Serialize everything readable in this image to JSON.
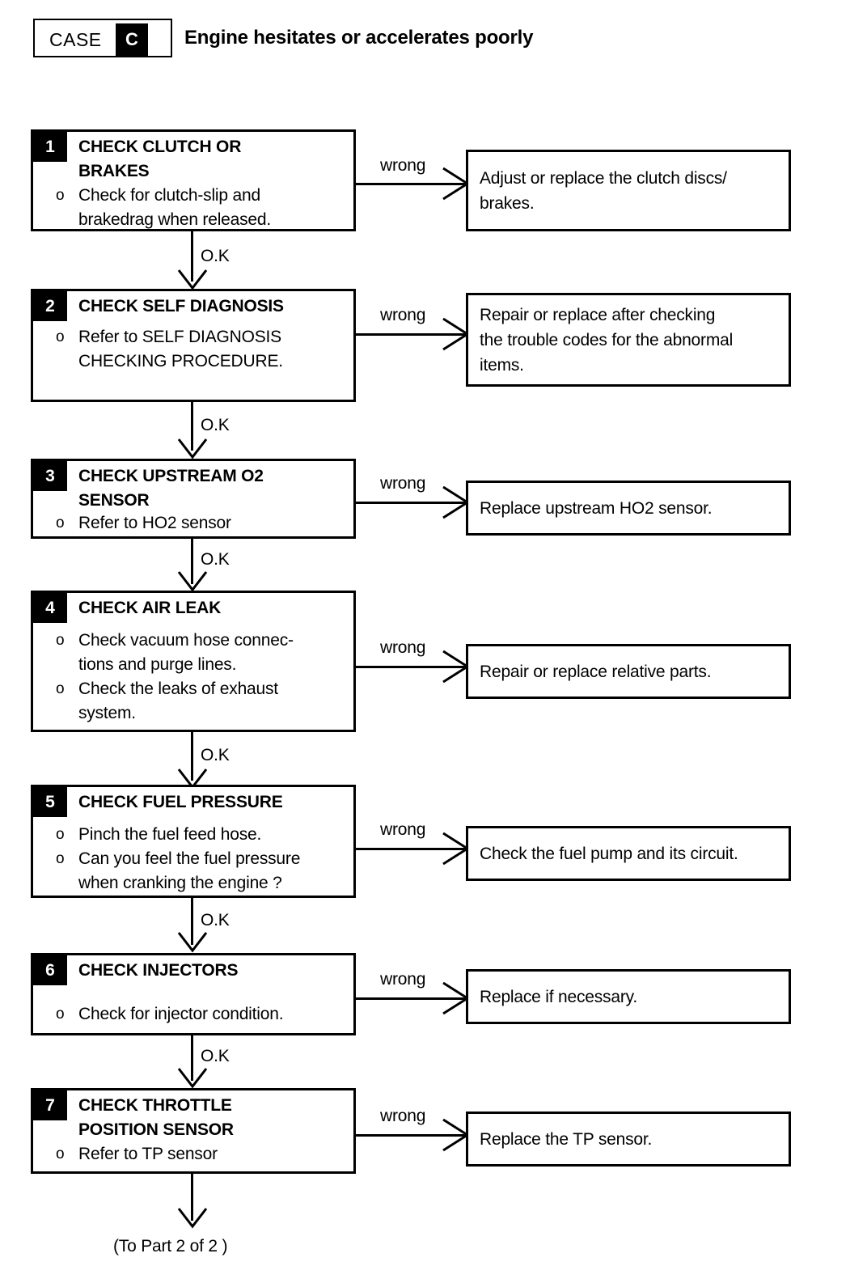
{
  "header": {
    "case_label": "CASE",
    "case_letter": "C",
    "title": "Engine hesitates or accelerates poorly"
  },
  "labels": {
    "ok": "O.K",
    "wrong": "wrong",
    "bullet_marker": "o"
  },
  "footer": {
    "continuation": "(To Part 2 of 2 )"
  },
  "steps": [
    {
      "number": "1",
      "title": "CHECK CLUTCH OR\nBRAKES",
      "bullets": [
        "Check for clutch-slip and\nbrakedrag when released."
      ],
      "branch_label": "wrong",
      "action": "Adjust or replace the clutch discs/\nbrakes.",
      "next_label": "O.K"
    },
    {
      "number": "2",
      "title": "CHECK SELF DIAGNOSIS",
      "bullets": [
        "Refer to SELF DIAGNOSIS\nCHECKING PROCEDURE."
      ],
      "branch_label": "wrong",
      "action": "Repair or replace after checking\nthe trouble codes for the abnormal\nitems.",
      "next_label": "O.K"
    },
    {
      "number": "3",
      "title": "CHECK UPSTREAM O2\nSENSOR",
      "bullets": [
        "Refer to HO2 sensor"
      ],
      "branch_label": "wrong",
      "action": "Replace upstream HO2 sensor.",
      "next_label": "O.K"
    },
    {
      "number": "4",
      "title": "CHECK AIR LEAK",
      "bullets": [
        "Check vacuum hose connec-\ntions and purge lines.",
        "Check the leaks of exhaust\nsystem."
      ],
      "branch_label": "wrong",
      "action": "Repair or replace relative parts.",
      "next_label": "O.K"
    },
    {
      "number": "5",
      "title": "CHECK FUEL PRESSURE",
      "bullets": [
        "Pinch the fuel feed hose.",
        "Can you feel the fuel pressure\nwhen cranking the engine ?"
      ],
      "branch_label": "wrong",
      "action": "Check the fuel pump and its circuit.",
      "next_label": "O.K"
    },
    {
      "number": "6",
      "title": "CHECK INJECTORS",
      "bullets": [
        "Check for injector condition."
      ],
      "branch_label": "wrong",
      "action": "Replace if necessary.",
      "next_label": "O.K"
    },
    {
      "number": "7",
      "title": "CHECK THROTTLE\nPOSITION SENSOR",
      "bullets": [
        "Refer to TP sensor"
      ],
      "branch_label": "wrong",
      "action": "Replace the TP sensor.",
      "next_label": ""
    }
  ]
}
